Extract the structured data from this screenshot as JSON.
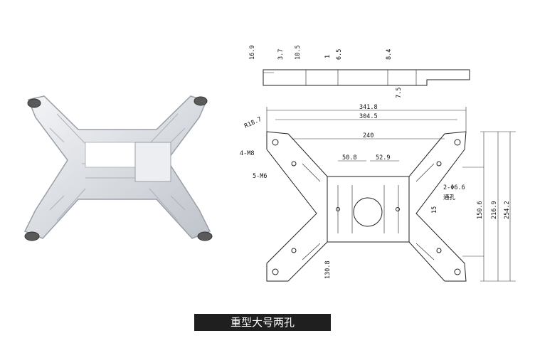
{
  "caption": "重型大号两孔",
  "side_view": {
    "dims": [
      "16.9",
      "3.7",
      "10.5",
      "1",
      "6.5",
      "8.4",
      "7.5"
    ]
  },
  "top_view": {
    "dims": {
      "overall_width": "341.8",
      "hole_span": "304.5",
      "inner_width": "240",
      "center_left": "50.8",
      "center_right": "52.9",
      "radius": "R18.7",
      "mount_holes": "4-M8",
      "center_holes": "5-M6",
      "through_holes": "2-Φ6.6",
      "through_note": "通孔",
      "offset": "15",
      "inner_height": "150.6",
      "mid_height": "216.9",
      "overall_height": "254.2",
      "bottom_dim": "130.8"
    }
  }
}
